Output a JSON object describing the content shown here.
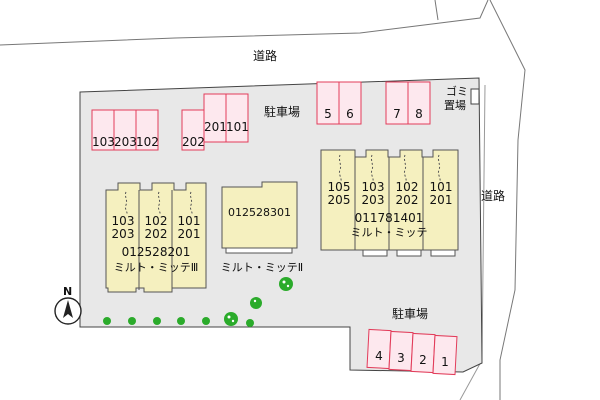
{
  "map": {
    "roads": {
      "top": "道路",
      "right": "道路"
    },
    "parking": {
      "lot_a": {
        "label": "駐車場",
        "stalls": [
          "103",
          "203",
          "102",
          "202",
          "201",
          "101"
        ]
      },
      "lot_b": {
        "stalls": [
          "5",
          "6",
          "7",
          "8"
        ]
      },
      "lot_c": {
        "label": "駐車場",
        "stalls": [
          "4",
          "3",
          "2",
          "1"
        ]
      }
    },
    "garbage": {
      "line1": "ゴミ",
      "line2": "置場"
    },
    "buildings": {
      "left": {
        "units": [
          [
            "103",
            "203"
          ],
          [
            "102",
            "202"
          ],
          [
            "101",
            "201"
          ]
        ],
        "code": "012528201",
        "name": "ミルト・ミッテⅢ"
      },
      "middle": {
        "code": "012528301",
        "name": "ミルト・ミッテⅡ"
      },
      "right": {
        "units": [
          [
            "105",
            "205"
          ],
          [
            "103",
            "203"
          ],
          [
            "102",
            "202"
          ],
          [
            "101",
            "201"
          ]
        ],
        "code": "011781401",
        "name": "ミルト・ミッテ"
      }
    },
    "compass": {
      "label": "N"
    },
    "colors": {
      "building_fill": "#f5f0bf",
      "building_stroke": "#555555",
      "parking_fill": "#fde8ee",
      "parking_stroke": "#e23c5a",
      "lot_fill": "#e8e8e8",
      "tree": "#2bab2b"
    }
  }
}
